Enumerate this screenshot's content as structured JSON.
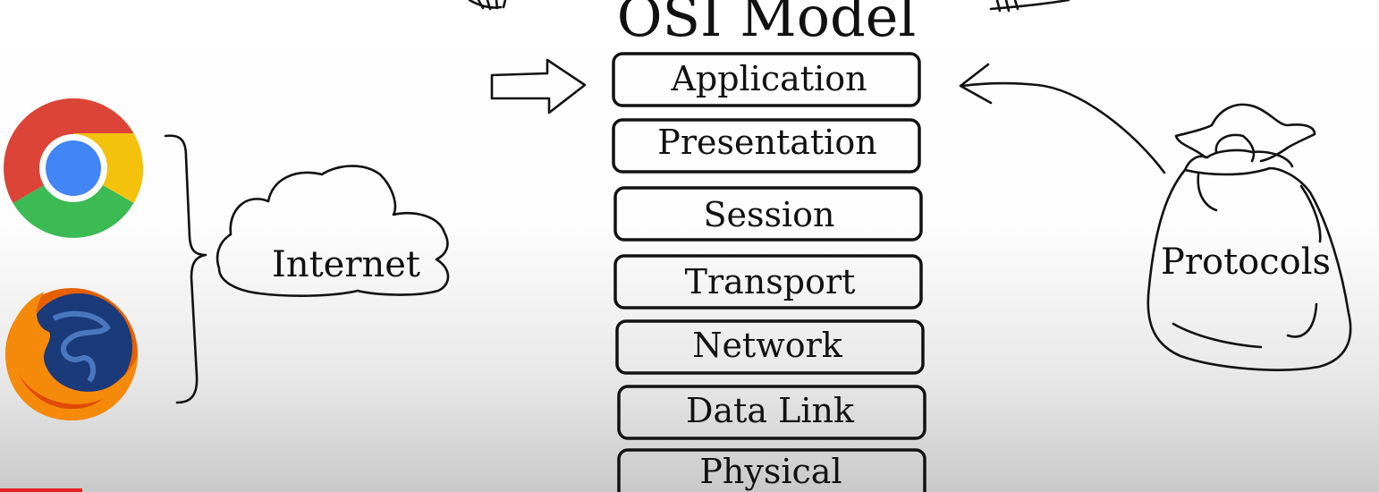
{
  "title": "OSI Model",
  "layers": [
    {
      "label": "Application"
    },
    {
      "label": "Presentation"
    },
    {
      "label": "Session"
    },
    {
      "label": "Transport"
    },
    {
      "label": "Network"
    },
    {
      "label": "Data Link"
    },
    {
      "label": "Physical"
    }
  ],
  "cloud_label": "Internet",
  "bag_label": "Protocols",
  "icons": {
    "browser_top": "chrome-logo-icon",
    "browser_bottom": "firefox-logo-icon",
    "arrow_in": "outline-arrow-icon",
    "arrow_curved": "curved-arrow-icon"
  },
  "colors": {
    "chrome_red": "#db4437",
    "chrome_yellow": "#f4c20d",
    "chrome_green": "#3cba54",
    "chrome_blue": "#4285f4",
    "firefox_orange": "#e66000",
    "firefox_globe": "#1b3a7a",
    "progress_red": "#e52020"
  }
}
